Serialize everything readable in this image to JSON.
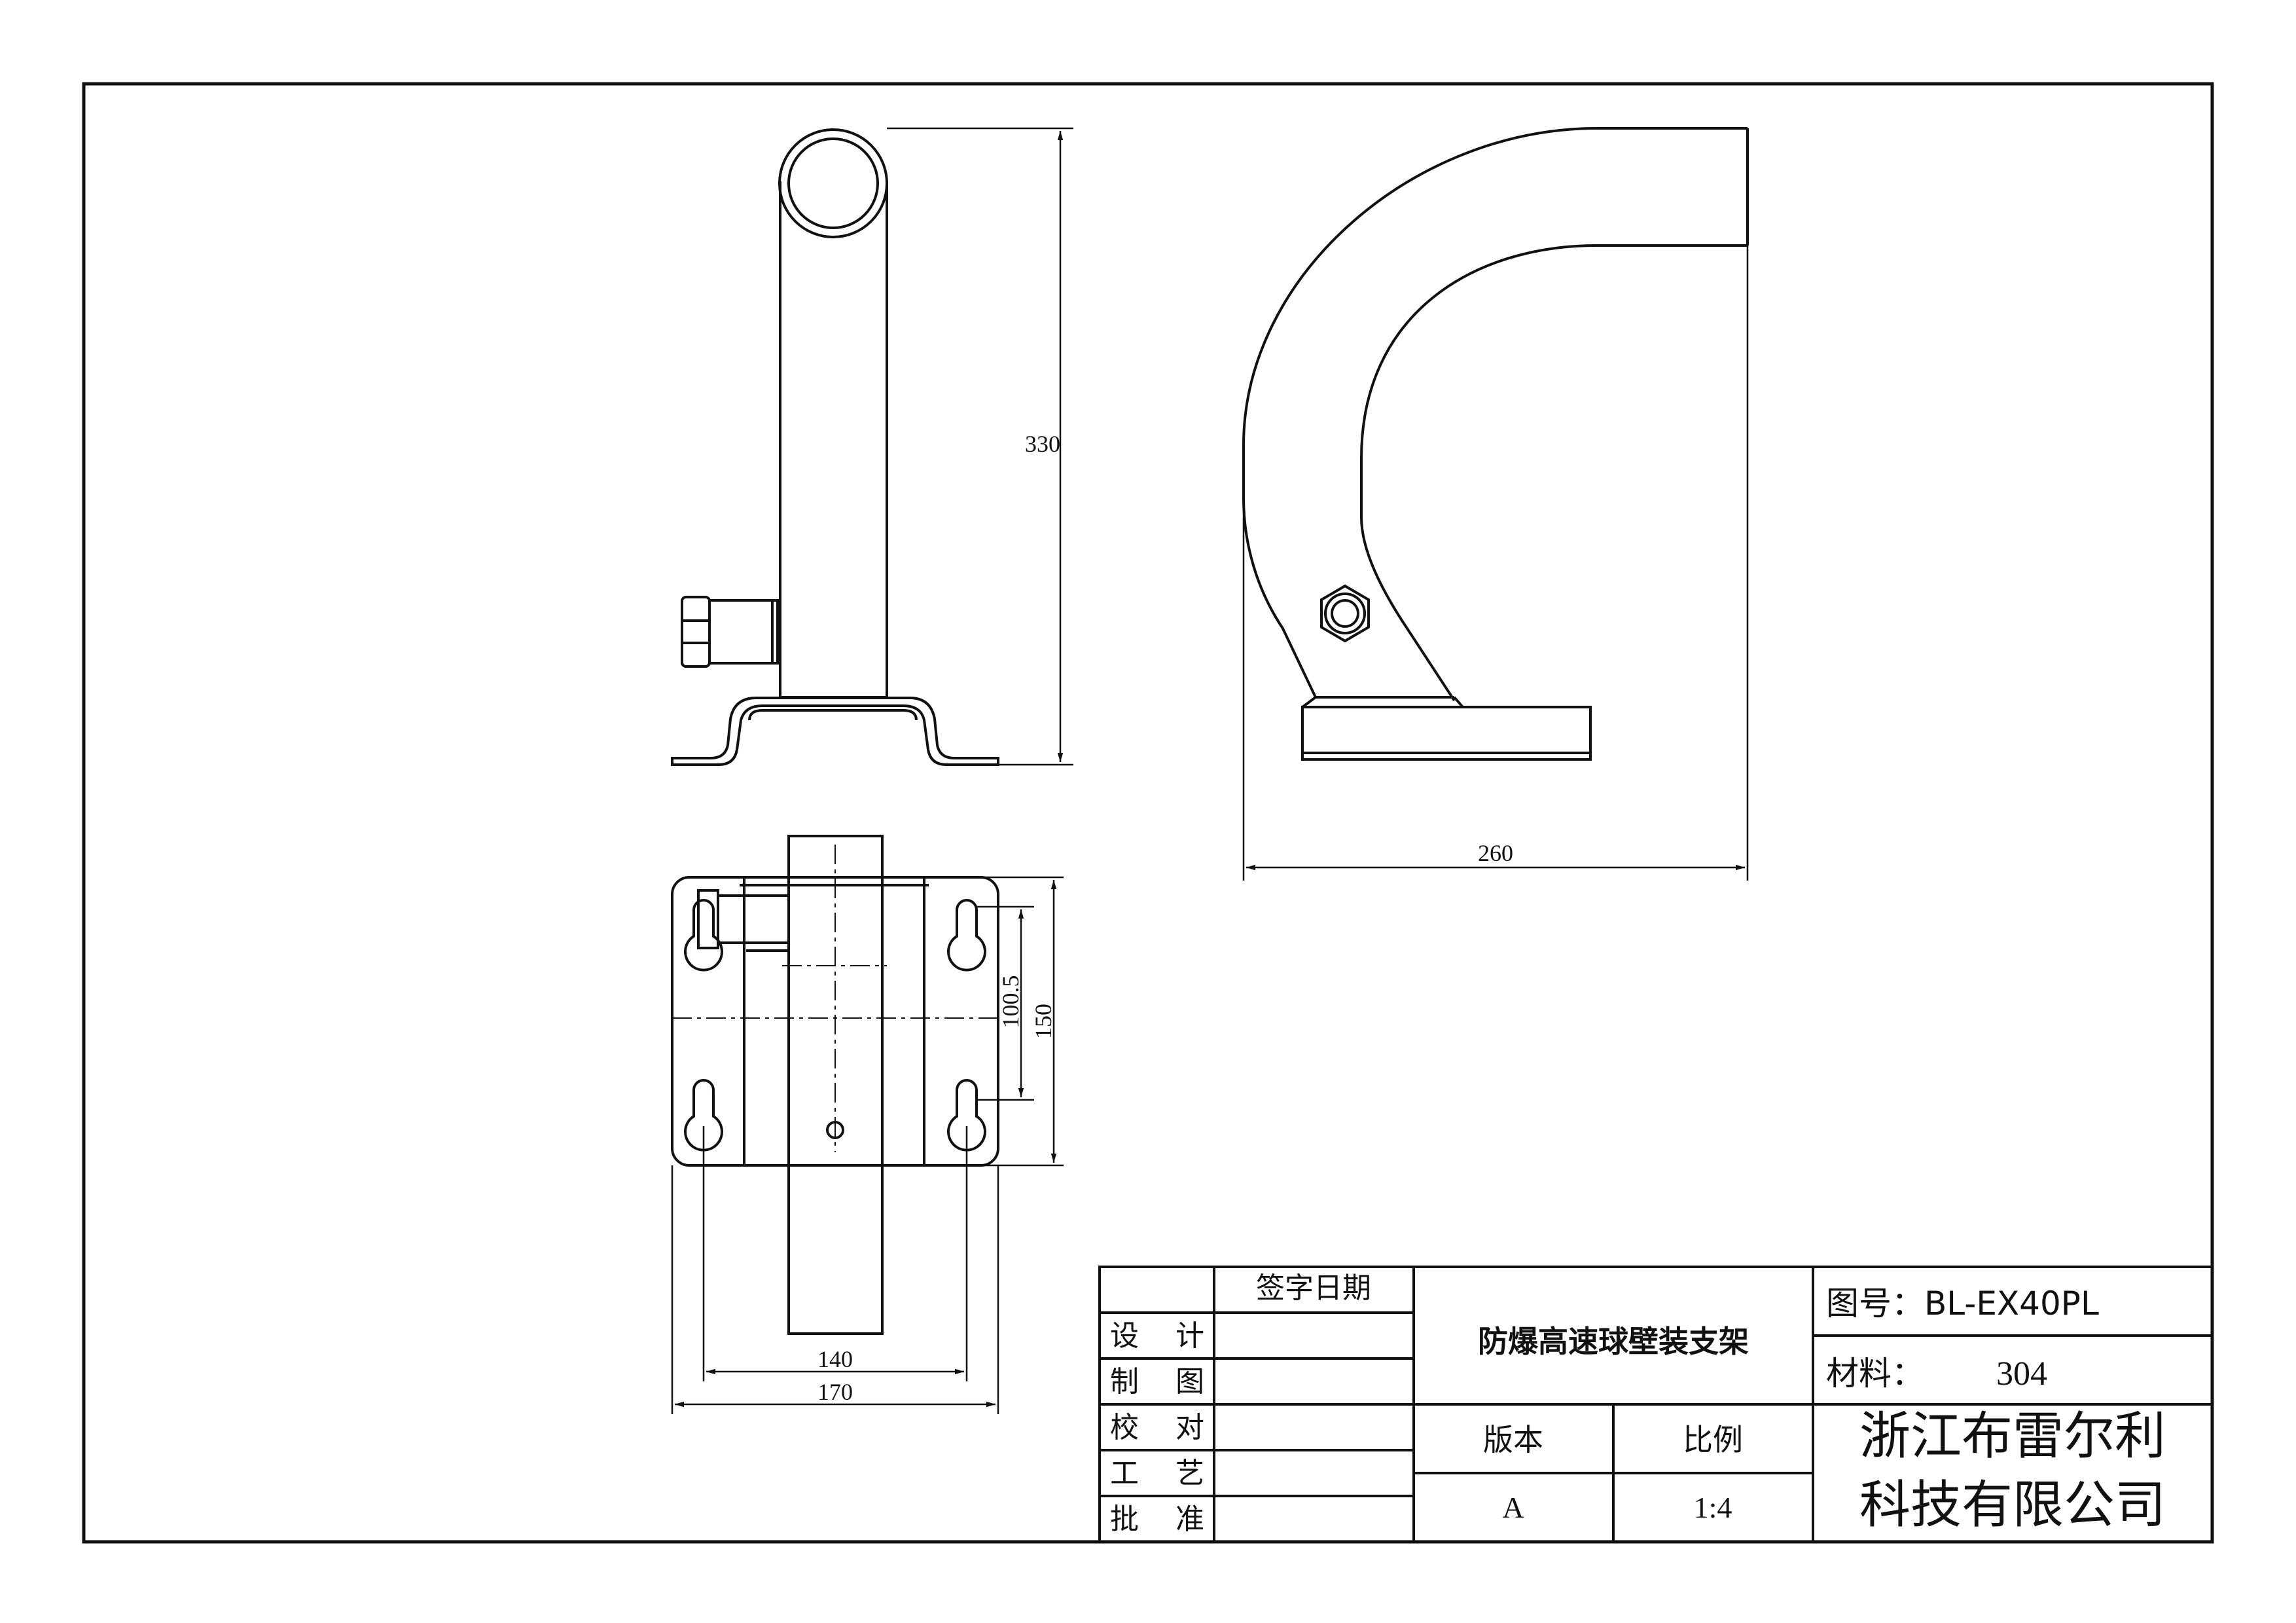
{
  "dimensions": {
    "total_height": "330",
    "total_width": "260",
    "hole_spacing_vertical": "100.5",
    "plate_height": "150",
    "hole_spacing_horizontal": "140",
    "plate_width": "170"
  },
  "title_block": {
    "sign_date_header": "签字日期",
    "roles": {
      "design": [
        "设",
        "计"
      ],
      "draw": [
        "制",
        "图"
      ],
      "check": [
        "校",
        "对"
      ],
      "process": [
        "工",
        "艺"
      ],
      "approve": [
        "批",
        "准"
      ]
    },
    "product_name": "防爆高速球壁装支架",
    "drawing_number": "图号：BL-EX40PL",
    "material_label": "材料：",
    "material_value": "304",
    "version_label": "版本",
    "version_value": "A",
    "scale_label": "比例",
    "scale_value": "1:4",
    "company_line1": "浙江布雷尔利",
    "company_line2": "科技有限公司"
  }
}
